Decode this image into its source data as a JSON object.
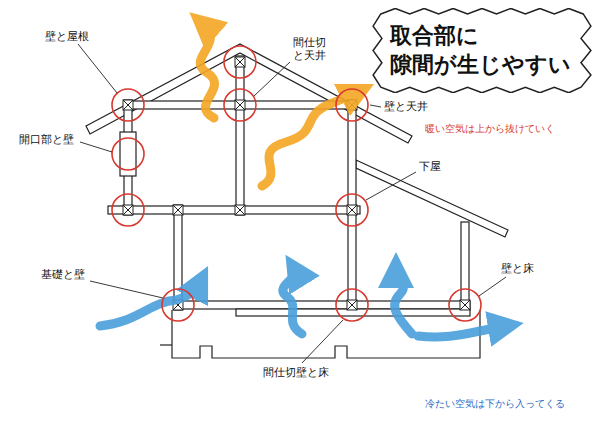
{
  "diagram": {
    "nodes": [
      {
        "text": [
          "取合部に 隙間が生じやすい"
        ]
      }
    ],
    "labels": [
      "壁と屋根",
      "開口部と壁",
      "間仕切と天井",
      "壁と天井",
      "暖い空気は上から抜けていく",
      "下屋",
      "基礎と壁",
      "壁と床",
      "間仕切壁と床",
      "冷たい空気は下から入ってくる"
    ]
  }
}
